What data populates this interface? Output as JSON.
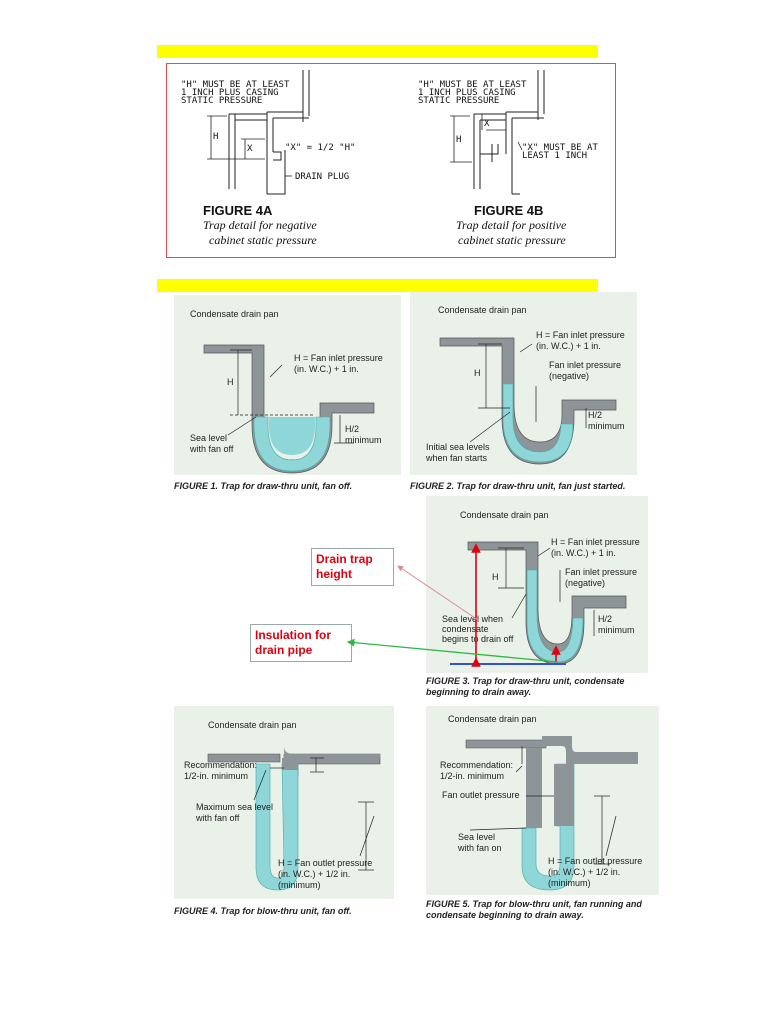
{
  "top_box": {
    "fig4a": {
      "note_h": [
        "\"H\" MUST BE AT LEAST",
        "1 INCH PLUS CASING",
        "STATIC PRESSURE"
      ],
      "x_formula": "\"X\" = 1/2 \"H\"",
      "drain_plug": "DRAIN PLUG",
      "h_label": "H",
      "x_label": "X",
      "title": "FIGURE 4A",
      "subtitle": [
        "Trap detail for negative",
        "cabinet static pressure"
      ]
    },
    "fig4b": {
      "note_h": [
        "\"H\" MUST BE AT LEAST",
        "1 INCH PLUS CASING",
        "STATIC PRESSURE"
      ],
      "x_note": [
        "\"X\" MUST BE AT",
        "LEAST 1 INCH"
      ],
      "h_label": "H",
      "x_label": "X",
      "title": "FIGURE 4B",
      "subtitle": [
        "Trap detail for positive",
        "cabinet static pressure"
      ]
    }
  },
  "figure1": {
    "pan": "Condensate drain pan",
    "h_eq": [
      "H = Fan inlet pressure",
      "(in. W.C.) + 1 in."
    ],
    "h": "H",
    "h2": [
      "H/2",
      "minimum"
    ],
    "seal": [
      "Sea level",
      "with fan off"
    ],
    "caption": "FIGURE 1. Trap for draw-thru unit, fan off."
  },
  "figure2": {
    "pan": "Condensate drain pan",
    "h_eq": [
      "H = Fan inlet pressure",
      "(in. W.C.) + 1 in."
    ],
    "fan_inlet": [
      "Fan inlet pressure",
      "(negative)"
    ],
    "h": "H",
    "h2": [
      "H/2",
      "minimum"
    ],
    "seal": [
      "Initial sea levels",
      "when fan starts"
    ],
    "caption": "FIGURE 2. Trap for draw-thru unit, fan just started."
  },
  "figure3": {
    "pan": "Condensate drain pan",
    "h_eq": [
      "H = Fan inlet pressure",
      "(in. W.C.) + 1 in."
    ],
    "fan_inlet": [
      "Fan inlet pressure",
      "(negative)"
    ],
    "h": "H",
    "h2": [
      "H/2",
      "minimum"
    ],
    "seal": [
      "Sea level when",
      "condensate",
      "begins to drain off"
    ],
    "caption": [
      "FIGURE 3. Trap for draw-thru unit, condensate",
      "beginning to drain away."
    ],
    "callout_height": [
      "Drain trap",
      "height"
    ],
    "callout_insulation": [
      "Insulation for",
      "drain pipe"
    ]
  },
  "figure4": {
    "pan": "Condensate drain pan",
    "rec": [
      "Recommendation:",
      "1/2-in. minimum"
    ],
    "max_seal": [
      "Maximum sea level",
      "with fan off"
    ],
    "h_eq": [
      "H = Fan outlet pressure",
      "(in. W.C.) + 1/2 in.",
      "(minimum)"
    ],
    "caption": "FIGURE 4. Trap for blow-thru unit, fan off."
  },
  "figure5": {
    "pan": "Condensate drain pan",
    "rec": [
      "Recommendation:",
      "1/2-in. minimum"
    ],
    "fan_outlet": "Fan outlet pressure",
    "seal": [
      "Sea level",
      "with fan on"
    ],
    "h_eq": [
      "H = Fan outlet pressure",
      "(in. W.C.) + 1/2 in.",
      "(minimum)"
    ],
    "caption": [
      "FIGURE 5. Trap for blow-thru unit, fan running and",
      "condensate beginning to drain away."
    ]
  },
  "colors": {
    "highlight": "#ffff00",
    "frame": "#e8474f",
    "panel": "#e9f1e8",
    "pipe": "#8e9599",
    "water": "#8fd6d8",
    "callout_text": "#e0000e",
    "height_arrow": "#e0000e",
    "insulation_arrow": "#2db845",
    "insulation_line": "#3355cc"
  }
}
